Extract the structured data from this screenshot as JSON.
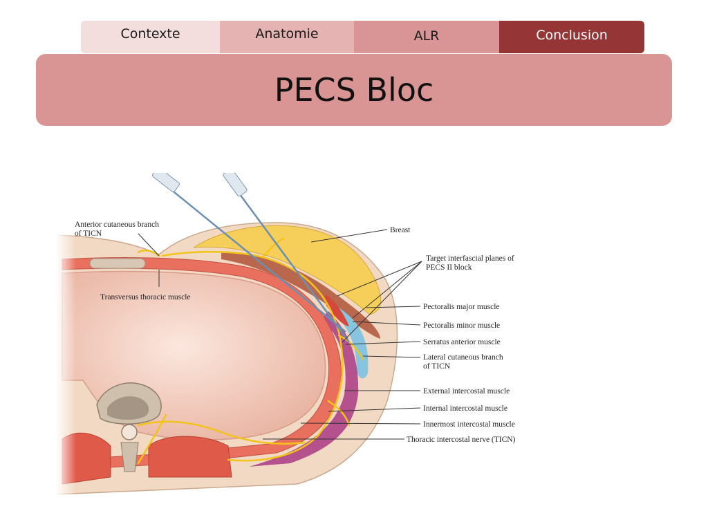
{
  "nav": {
    "tabs": [
      {
        "label": "Contexte",
        "active": false
      },
      {
        "label": "Anatomie",
        "active": false
      },
      {
        "label": "ALR",
        "active": false
      },
      {
        "label": "Conclusion",
        "active": true
      }
    ]
  },
  "slide": {
    "title": "PECS Bloc"
  },
  "figure": {
    "labels": {
      "anterior_cutaneous_1": "Anterior cutaneous branch",
      "anterior_cutaneous_2": "of TICN",
      "transversus": "Transversus thoracic muscle",
      "breast": "Breast",
      "target_1": "Target interfascial planes of",
      "target_2": "PECS II block",
      "pec_major": "Pectoralis major muscle",
      "pec_minor": "Pectoralis minor muscle",
      "serratus": "Serratus anterior muscle",
      "lateral_cutaneous_1": "Lateral cutaneous branch",
      "lateral_cutaneous_2": "of TICN",
      "external_ic": "External intercostal muscle",
      "internal_ic": "Internal intercostal muscle",
      "innermost_ic": "Innermost intercostal muscle",
      "ticn": "Thoracic intercostal nerve (TICN)"
    },
    "colors": {
      "skin": "#f2d9c4",
      "breast": "#f5cf5a",
      "muscle": "#e9705e",
      "pec_major": "#b9674d",
      "serratus": "#b5518c",
      "interfascial": "#86c4df",
      "nerve": "#f2c318",
      "cavity": "#f4cfc0"
    }
  }
}
